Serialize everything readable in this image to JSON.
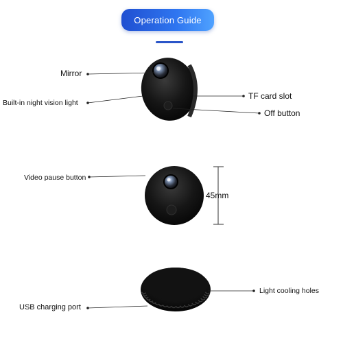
{
  "header": {
    "title": "Operation Guide",
    "accent_color": "#2f6de8"
  },
  "labels": {
    "mirror": "Mirror",
    "night_light": "Built-in night vision light",
    "tf_slot": "TF card slot",
    "off_button": "Off button",
    "video_pause": "Video pause button",
    "diameter": "45mm",
    "usb_port": "USB charging port",
    "cooling_holes": "Light cooling holes"
  }
}
